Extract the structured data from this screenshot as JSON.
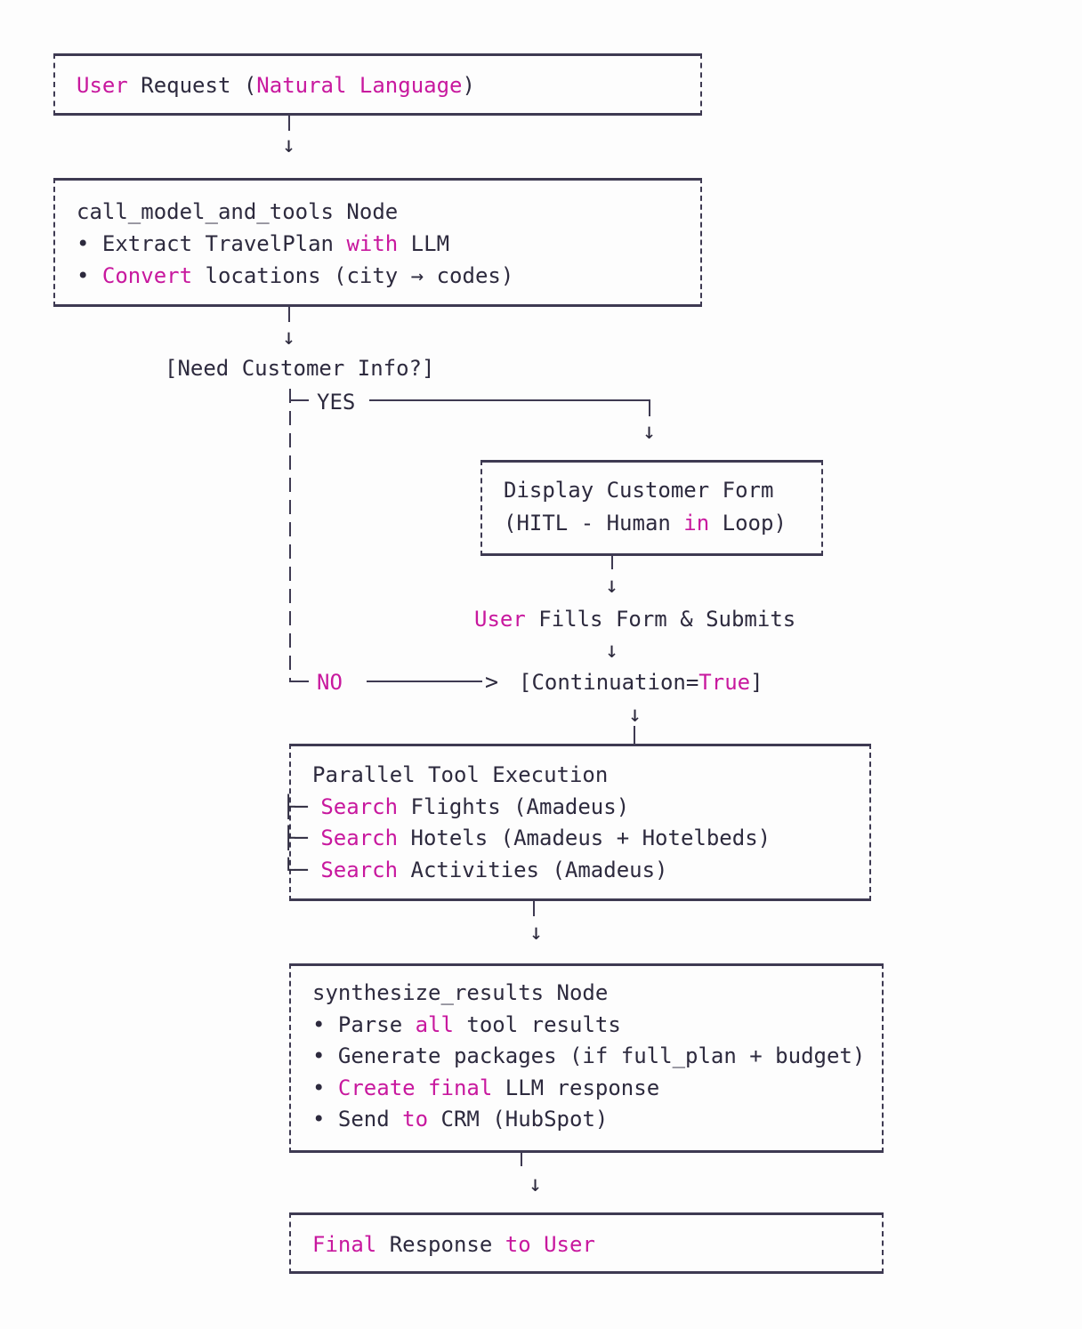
{
  "palette": {
    "accent": "#c8189e",
    "ink": "#2d2a3e",
    "line": "#3e3a52",
    "bg": "#fdfdfd"
  },
  "glyphs": {
    "down_arrow": "↓",
    "arrow_right": ">"
  },
  "labels": {
    "decision": [
      {
        "t": "[Need Customer Info?]",
        "c": "i"
      }
    ],
    "yes": [
      {
        "t": "YES",
        "c": "i"
      }
    ],
    "no": [
      {
        "t": "NO",
        "c": "a"
      }
    ],
    "user_fills": [
      {
        "t": "User",
        "c": "a"
      },
      {
        "t": " Fills Form & Submits",
        "c": "i"
      }
    ],
    "continuation": [
      {
        "t": "[Continuation=",
        "c": "i"
      },
      {
        "t": "True",
        "c": "a"
      },
      {
        "t": "]",
        "c": "i"
      }
    ]
  },
  "boxes": {
    "user_request": {
      "lines": [
        [
          {
            "t": "User",
            "c": "a"
          },
          {
            "t": " Request (",
            "c": "i"
          },
          {
            "t": "Natural Language",
            "c": "a"
          },
          {
            "t": ")",
            "c": "i"
          }
        ]
      ]
    },
    "call_model": {
      "lines": [
        [
          {
            "t": "call_model_and_tools Node",
            "c": "i"
          }
        ],
        [
          {
            "t": "• Extract TravelPlan ",
            "c": "i"
          },
          {
            "t": "with",
            "c": "a"
          },
          {
            "t": " LLM",
            "c": "i"
          }
        ],
        [
          {
            "t": "• ",
            "c": "i"
          },
          {
            "t": "Convert",
            "c": "a"
          },
          {
            "t": " locations (city → codes)",
            "c": "i"
          }
        ]
      ]
    },
    "display_form": {
      "lines": [
        [
          {
            "t": "Display Customer Form",
            "c": "i"
          }
        ],
        [
          {
            "t": "(HITL - Human ",
            "c": "i"
          },
          {
            "t": "in",
            "c": "a"
          },
          {
            "t": " Loop)",
            "c": "i"
          }
        ]
      ]
    },
    "parallel": {
      "lines": [
        [
          {
            "t": "Parallel Tool Execution",
            "c": "i"
          }
        ],
        [
          {
            "t": "├─ ",
            "c": "i"
          },
          {
            "t": "Search",
            "c": "a"
          },
          {
            "t": " Flights (Amadeus)",
            "c": "i"
          }
        ],
        [
          {
            "t": "├─ ",
            "c": "i"
          },
          {
            "t": "Search",
            "c": "a"
          },
          {
            "t": " Hotels (Amadeus + Hotelbeds)",
            "c": "i"
          }
        ],
        [
          {
            "t": "└─ ",
            "c": "i"
          },
          {
            "t": "Search",
            "c": "a"
          },
          {
            "t": " Activities (Amadeus)",
            "c": "i"
          }
        ]
      ]
    },
    "synthesize": {
      "lines": [
        [
          {
            "t": "synthesize_results Node",
            "c": "i"
          }
        ],
        [
          {
            "t": "• Parse ",
            "c": "i"
          },
          {
            "t": "all",
            "c": "a"
          },
          {
            "t": " tool results",
            "c": "i"
          }
        ],
        [
          {
            "t": "• Generate packages (if full_plan + budget)",
            "c": "i"
          }
        ],
        [
          {
            "t": "• ",
            "c": "i"
          },
          {
            "t": "Create final",
            "c": "a"
          },
          {
            "t": " LLM response",
            "c": "i"
          }
        ],
        [
          {
            "t": "• Send ",
            "c": "i"
          },
          {
            "t": "to",
            "c": "a"
          },
          {
            "t": " CRM (HubSpot)",
            "c": "i"
          }
        ]
      ]
    },
    "final": {
      "lines": [
        [
          {
            "t": "Final",
            "c": "a"
          },
          {
            "t": " Response ",
            "c": "i"
          },
          {
            "t": "to User",
            "c": "a"
          }
        ]
      ]
    }
  }
}
